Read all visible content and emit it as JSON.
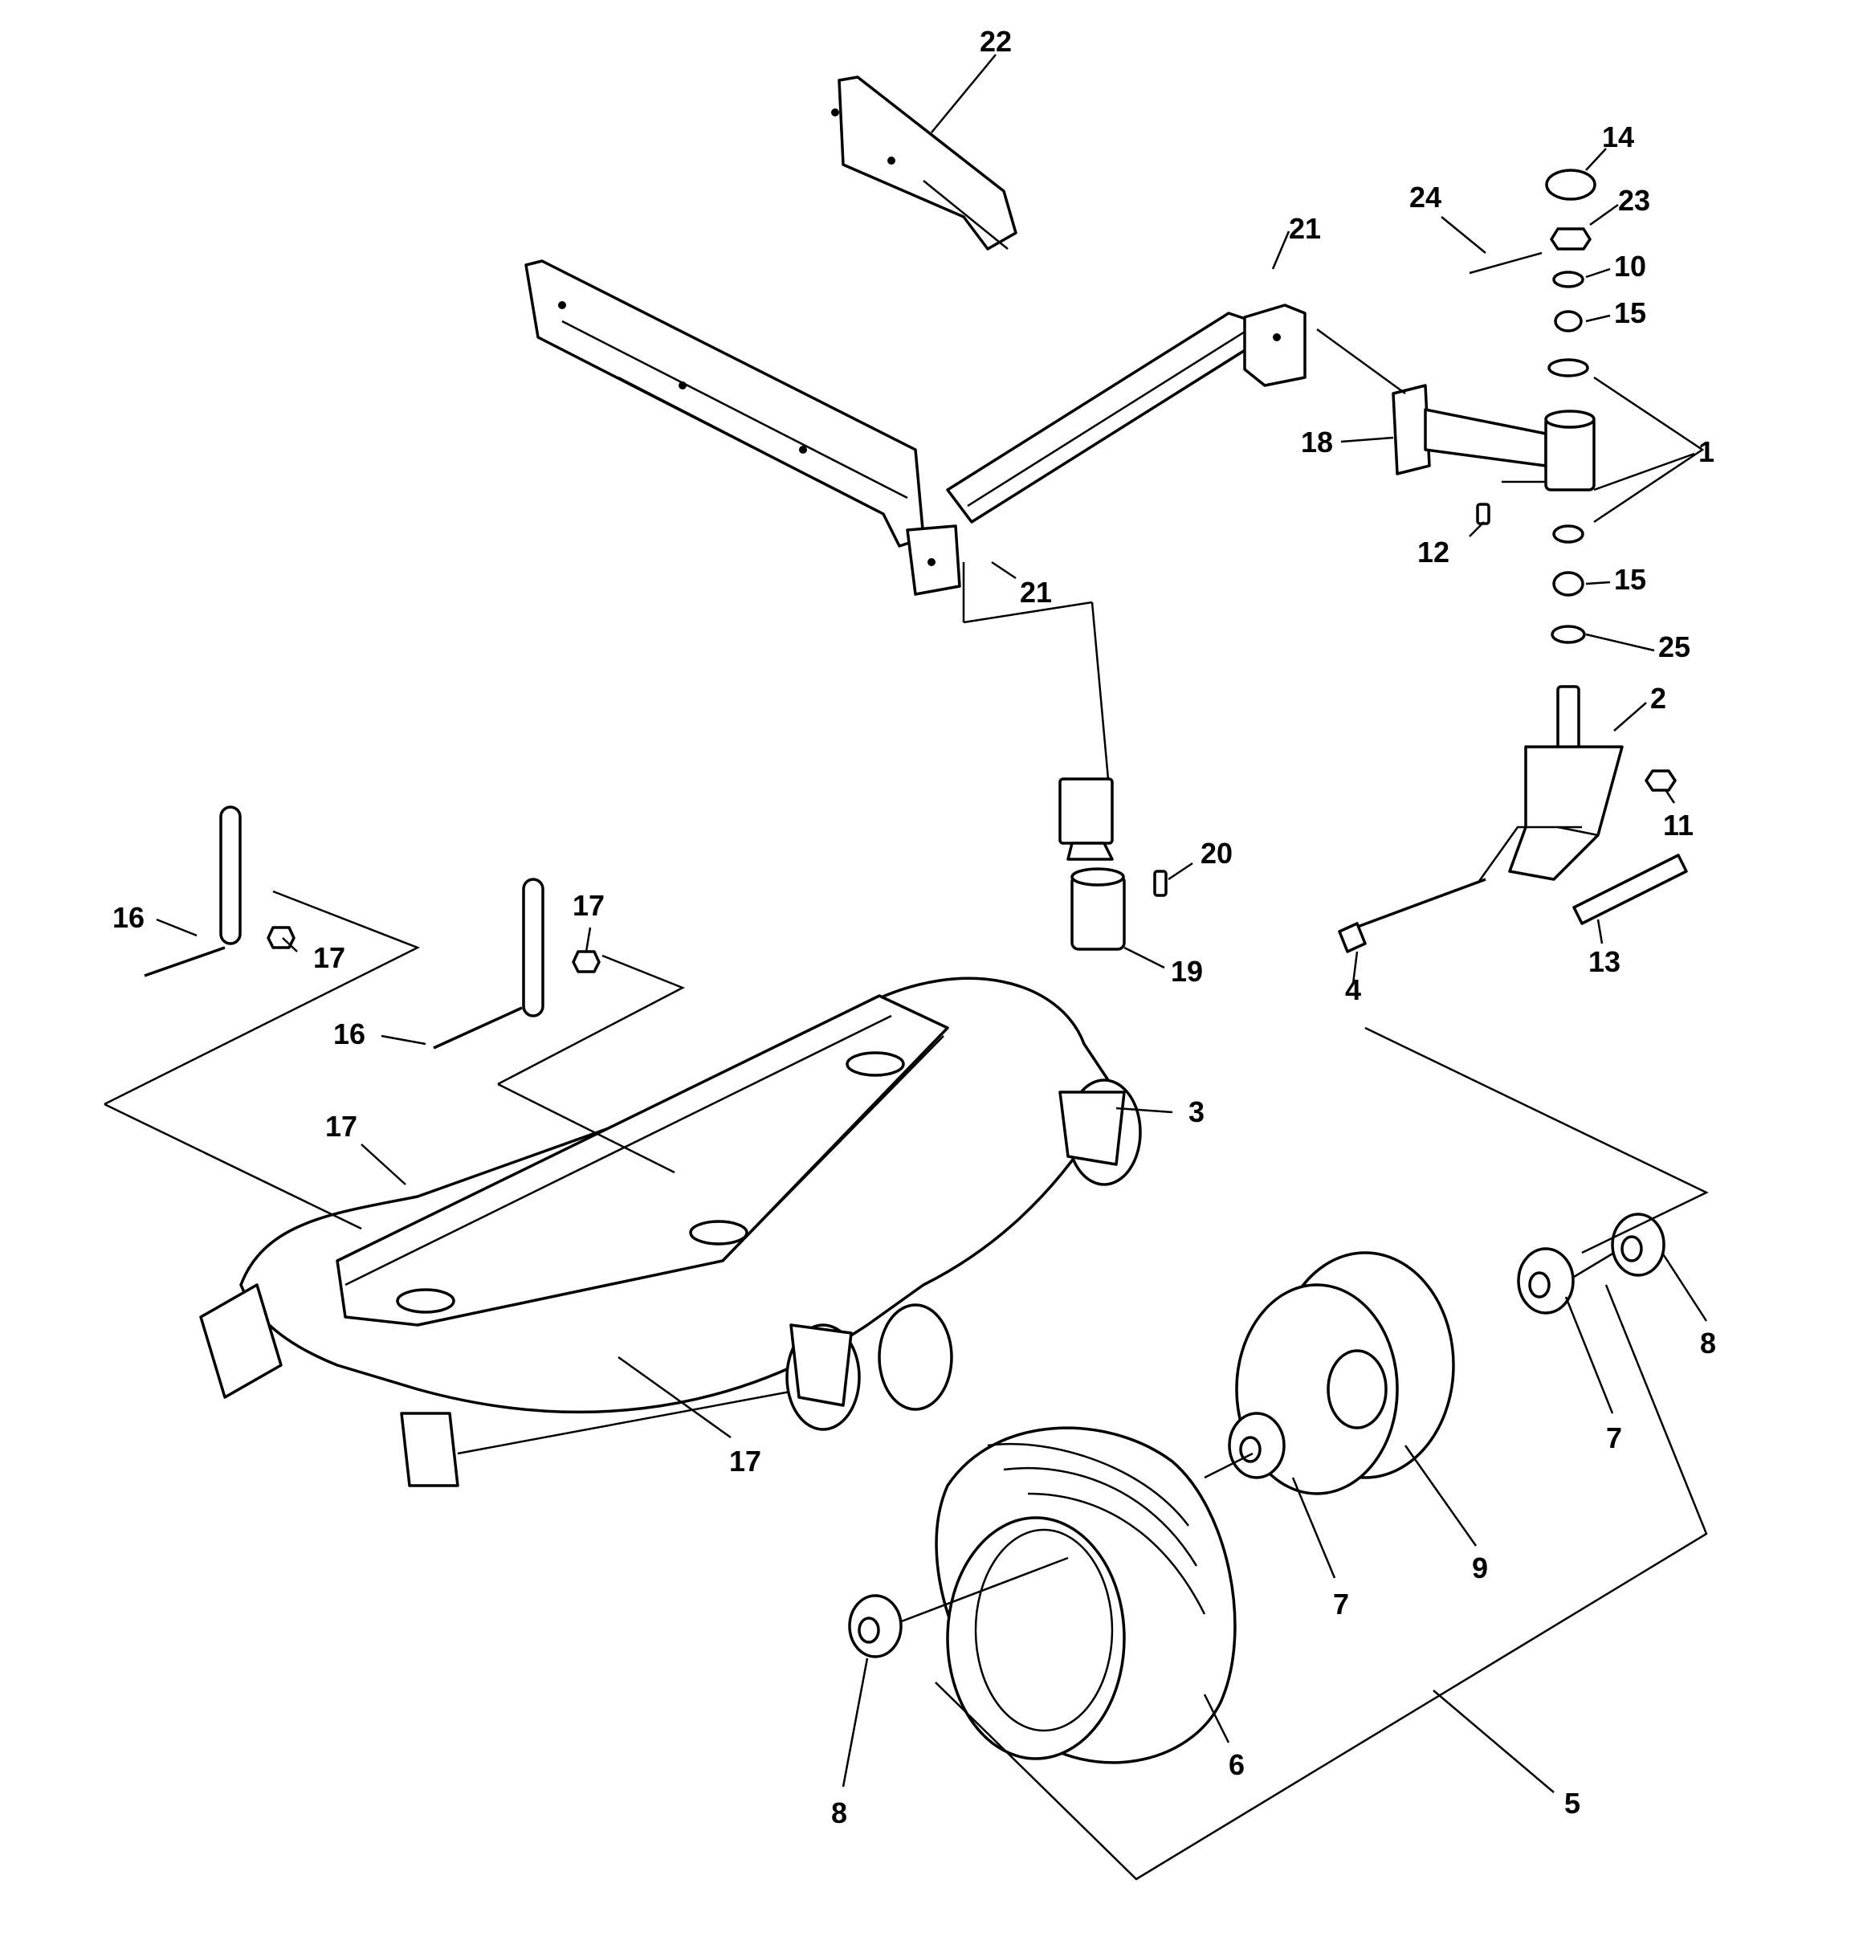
{
  "diagram": {
    "callouts": [
      {
        "id": "c22",
        "label": "22"
      },
      {
        "id": "c14",
        "label": "14"
      },
      {
        "id": "c24",
        "label": "24"
      },
      {
        "id": "c23",
        "label": "23"
      },
      {
        "id": "c21a",
        "label": "21"
      },
      {
        "id": "c10",
        "label": "10"
      },
      {
        "id": "c15a",
        "label": "15"
      },
      {
        "id": "c18",
        "label": "18"
      },
      {
        "id": "c1",
        "label": "1"
      },
      {
        "id": "c12",
        "label": "12"
      },
      {
        "id": "c21b",
        "label": "21"
      },
      {
        "id": "c15b",
        "label": "15"
      },
      {
        "id": "c25",
        "label": "25"
      },
      {
        "id": "c2",
        "label": "2"
      },
      {
        "id": "c11",
        "label": "11"
      },
      {
        "id": "c20",
        "label": "20"
      },
      {
        "id": "c16a",
        "label": "16"
      },
      {
        "id": "c17a",
        "label": "17"
      },
      {
        "id": "c17b",
        "label": "17"
      },
      {
        "id": "c19",
        "label": "19"
      },
      {
        "id": "c4",
        "label": "4"
      },
      {
        "id": "c13",
        "label": "13"
      },
      {
        "id": "c16b",
        "label": "16"
      },
      {
        "id": "c3",
        "label": "3"
      },
      {
        "id": "c17c",
        "label": "17"
      },
      {
        "id": "c8a",
        "label": "8"
      },
      {
        "id": "c7a",
        "label": "7"
      },
      {
        "id": "c17d",
        "label": "17"
      },
      {
        "id": "c9",
        "label": "9"
      },
      {
        "id": "c7b",
        "label": "7"
      },
      {
        "id": "c6",
        "label": "6"
      },
      {
        "id": "c8b",
        "label": "8"
      },
      {
        "id": "c5",
        "label": "5"
      }
    ]
  }
}
